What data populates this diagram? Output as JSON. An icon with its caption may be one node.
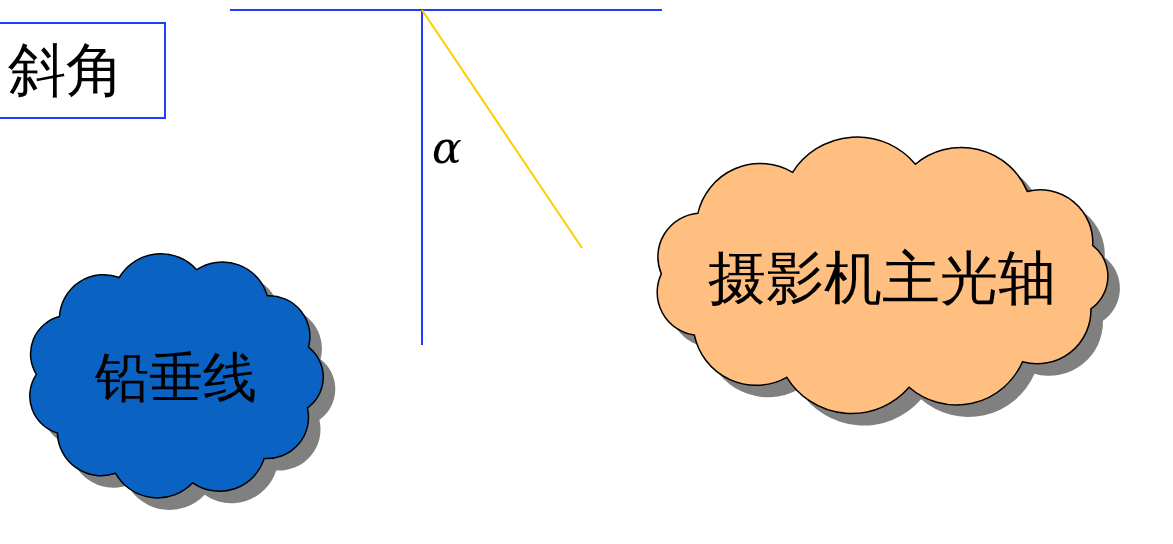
{
  "diagram": {
    "nodes": [
      {
        "text": [
          "斜角"
        ]
      },
      {
        "text": [
          "铅垂线"
        ]
      },
      {
        "text": [
          "摄影机主光轴"
        ]
      }
    ],
    "labels": [
      "α"
    ]
  }
}
